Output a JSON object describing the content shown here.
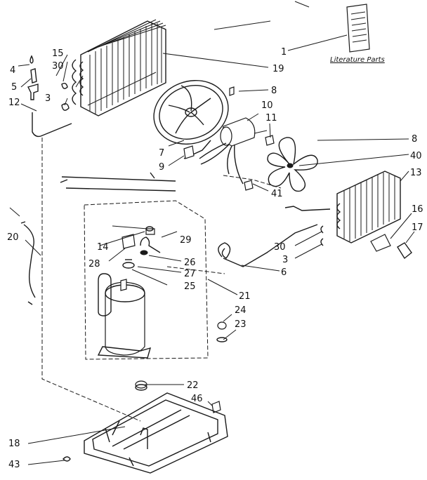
{
  "literature_label": "Literature Parts",
  "callouts": {
    "n1": "1",
    "n3a": "3",
    "n3b": "3",
    "n4": "4",
    "n5": "5",
    "n6": "6",
    "n7": "7",
    "n8a": "8",
    "n8b": "8",
    "n9": "9",
    "n10": "10",
    "n11": "11",
    "n12": "12",
    "n13": "13",
    "n14": "14",
    "n15": "15",
    "n16": "16",
    "n17": "17",
    "n18": "18",
    "n19": "19",
    "n20": "20",
    "n21": "21",
    "n22": "22",
    "n23": "23",
    "n24": "24",
    "n25": "25",
    "n26": "26",
    "n27": "27",
    "n28": "28",
    "n29": "29",
    "n30a": "30",
    "n30b": "30",
    "n40": "40",
    "n41": "41",
    "n43": "43",
    "n46": "46"
  }
}
